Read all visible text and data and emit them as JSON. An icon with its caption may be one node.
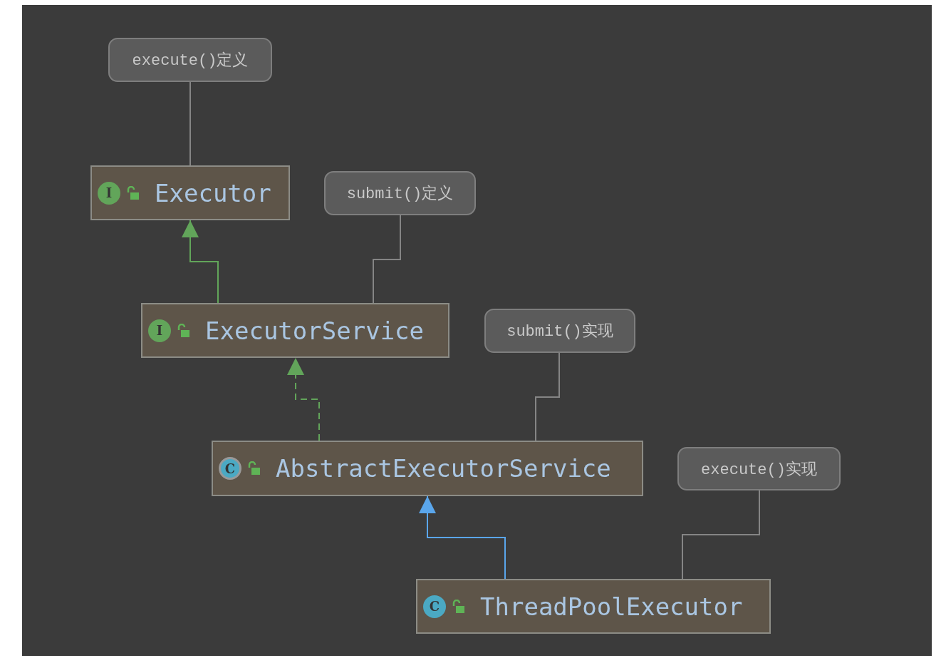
{
  "diagram": {
    "nodes": [
      {
        "text": [
          "execute()定义"
        ]
      },
      {
        "text": [
          "I",
          "Executor"
        ]
      },
      {
        "text": [
          "submit()定义"
        ]
      },
      {
        "text": [
          "I",
          "ExecutorService"
        ]
      },
      {
        "text": [
          "submit()实现"
        ]
      },
      {
        "text": [
          "C",
          "AbstractExecutorService"
        ]
      },
      {
        "text": [
          "execute()实现"
        ]
      },
      {
        "text": [
          "C",
          "ThreadPoolExecutor"
        ]
      }
    ],
    "edges": [
      {
        "from": 0,
        "to": 1,
        "arrow": "none"
      },
      {
        "from": 2,
        "to": 3,
        "arrow": "none"
      },
      {
        "from": 4,
        "to": 5,
        "arrow": "none"
      },
      {
        "from": 6,
        "to": 7,
        "arrow": "none"
      },
      {
        "from": 3,
        "to": 1,
        "arrow": "to",
        "color": "#62a55a"
      },
      {
        "from": 5,
        "to": 3,
        "arrow": "to",
        "style": "dashed",
        "color": "#62a55a"
      },
      {
        "from": 7,
        "to": 5,
        "arrow": "to",
        "color": "#5aa6ec"
      }
    ]
  }
}
